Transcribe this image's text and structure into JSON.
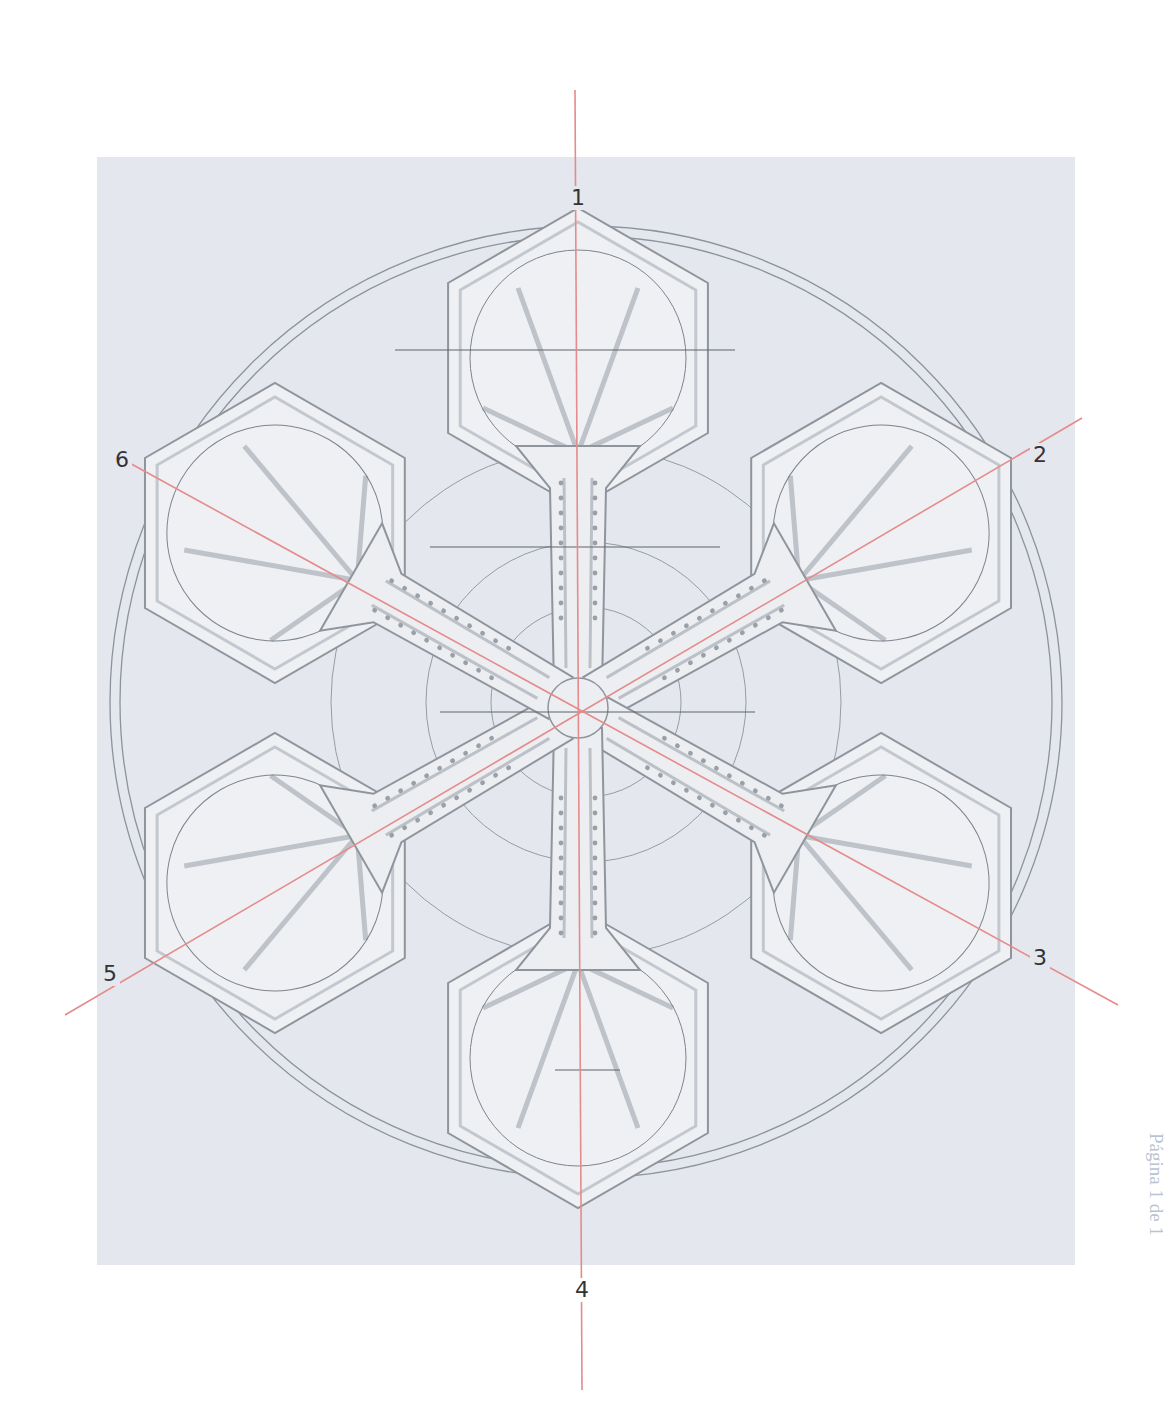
{
  "diagram": {
    "labels": [
      "1",
      "2",
      "3",
      "4",
      "5",
      "6",
      "Página 1 de 1"
    ]
  }
}
